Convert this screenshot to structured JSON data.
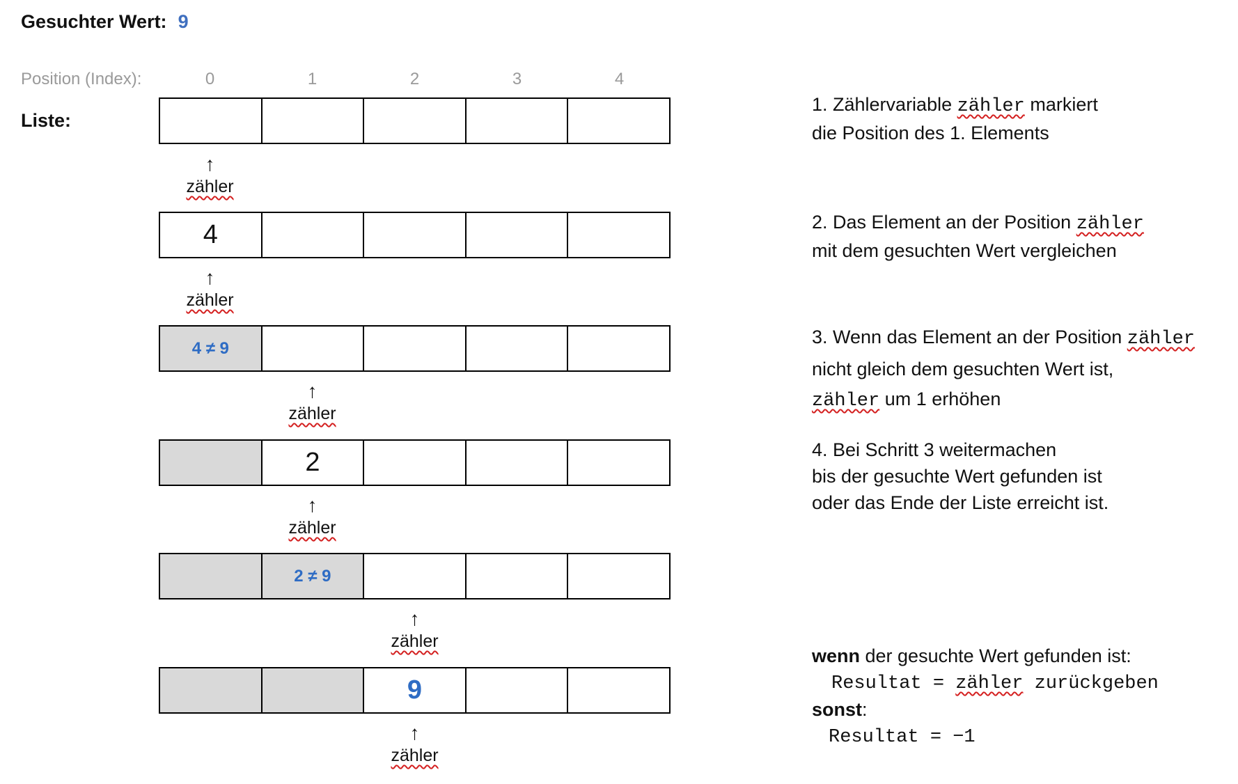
{
  "header": {
    "label": "Gesuchter Wert:",
    "value": "9"
  },
  "index_label": "Position (Index):",
  "indices": [
    "0",
    "1",
    "2",
    "3",
    "4"
  ],
  "list_label": "Liste:",
  "pointer_label": "zähler",
  "rows": [
    {
      "cells": [
        "",
        "",
        "",
        "",
        ""
      ],
      "pointer": 0
    },
    {
      "cells": [
        "4",
        "",
        "",
        "",
        ""
      ],
      "pointer": 0
    },
    {
      "cells": [
        "4 ≠ 9",
        "",
        "",
        "",
        ""
      ],
      "pointer": 1
    },
    {
      "cells": [
        "",
        "2",
        "",
        "",
        ""
      ],
      "pointer": 1
    },
    {
      "cells": [
        "",
        "2 ≠ 9",
        "",
        "",
        ""
      ],
      "pointer": 2
    },
    {
      "cells": [
        "",
        "",
        "9",
        "",
        ""
      ],
      "pointer": 2
    }
  ],
  "steps": {
    "s1_a": "1. Zählervariable ",
    "s1_code": "zähler",
    "s1_b": " markiert",
    "s1_c": "die Position des 1. Elements",
    "s2_a": "2. Das Element an der Position ",
    "s2_code": "zähler",
    "s2_c": "mit dem gesuchten Wert vergleichen",
    "s3_a": "3. Wenn das Element an der Position ",
    "s3_code": "zähler",
    "s3_c": "nicht gleich dem gesuchten Wert ist,",
    "s3_code2": "zähler",
    "s3_d": " um 1 erhöhen",
    "s4_a": "4. Bei Schritt 3 weitermachen",
    "s4_b": "bis der gesuchte Wert gefunden ist",
    "s4_c": "oder das Ende der Liste erreicht ist."
  },
  "result": {
    "wenn": "wenn",
    "wenn_rest": " der gesuchte Wert gefunden ist:",
    "line2_a": "Resultat = ",
    "line2_code": "zähler",
    "line2_b": " zurückgeben",
    "sonst": "sonst",
    "sonst_colon": ":",
    "line4": "Resultat = −1"
  },
  "colors": {
    "accent_blue": "#2e6cc4",
    "done_gray": "#d9d9d9",
    "index_gray": "#9a9a9a",
    "squiggle_red": "#d42020"
  }
}
